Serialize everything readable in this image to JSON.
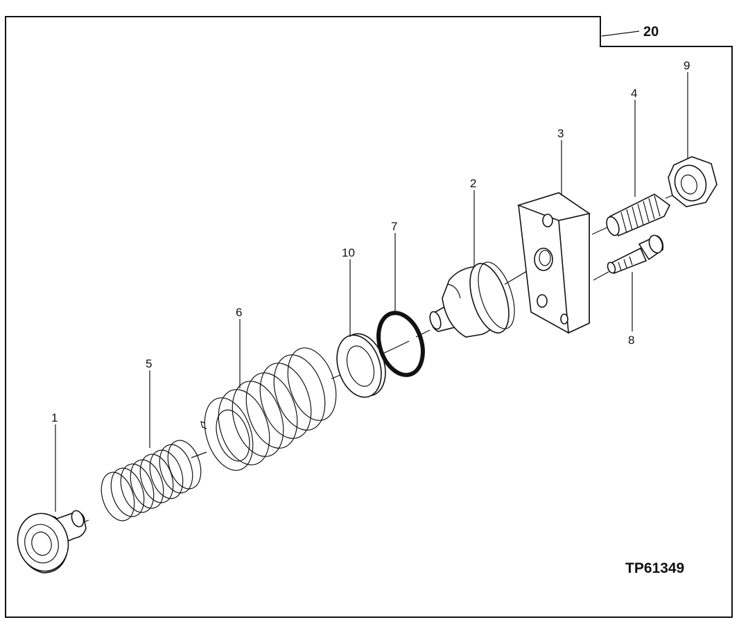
{
  "page_number": "20",
  "figure_id": "TP61349",
  "callouts": [
    {
      "id": "c1",
      "label": "1"
    },
    {
      "id": "c2",
      "label": "2"
    },
    {
      "id": "c3",
      "label": "3"
    },
    {
      "id": "c4",
      "label": "4"
    },
    {
      "id": "c5",
      "label": "5"
    },
    {
      "id": "c6",
      "label": "6"
    },
    {
      "id": "c7",
      "label": "7"
    },
    {
      "id": "c8",
      "label": "8"
    },
    {
      "id": "c9",
      "label": "9"
    },
    {
      "id": "c10",
      "label": "10"
    }
  ]
}
